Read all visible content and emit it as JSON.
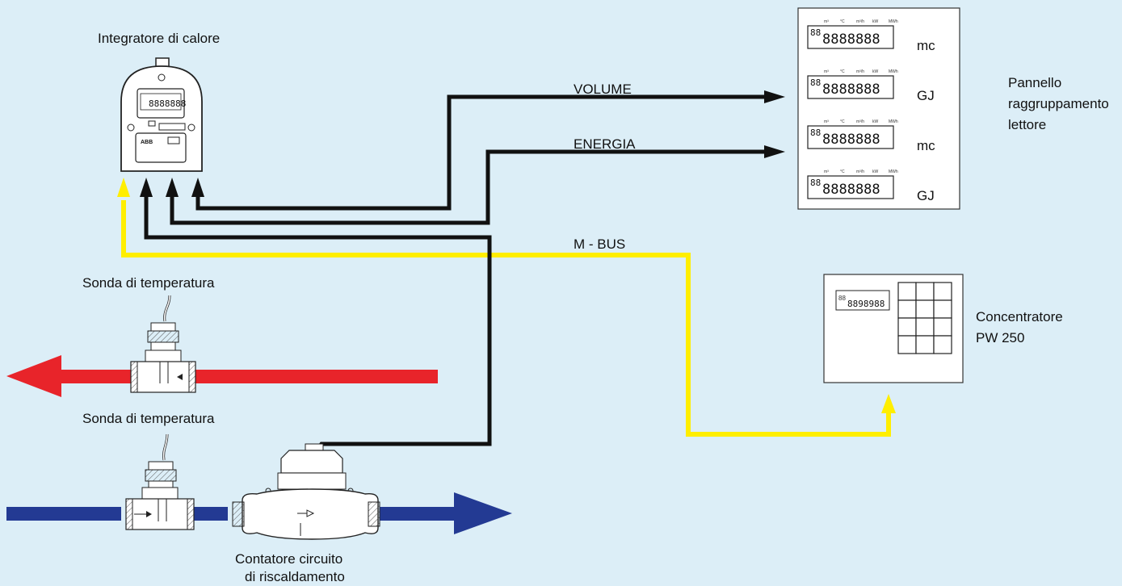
{
  "colors": {
    "background": "#dceef7",
    "supply_pipe": "#e8242a",
    "return_pipe": "#233a93",
    "mbus_wire": "#ffee00",
    "signal_wire": "#111111"
  },
  "labels": {
    "integrator": "Integratore di calore",
    "probe_top": "Sonda di temperatura",
    "probe_bottom": "Sonda di temperatura",
    "meter_line1": "Contatore circuito",
    "meter_line2": "di riscaldamento",
    "volume": "VOLUME",
    "energia": "ENERGIA",
    "mbus": "M - BUS",
    "panel_line1": "Pannello",
    "panel_line2": "raggruppamento",
    "panel_line3": "lettore",
    "conc_line1": "Concentratore",
    "conc_line2": "PW 250"
  },
  "integrator_device": {
    "brand": "ABB",
    "lcd_digits": "8888888"
  },
  "panel": {
    "header_units": [
      "m³",
      "°C",
      "m³/h",
      "kW",
      "MWh"
    ],
    "lcd_digits": "8888888",
    "rows": [
      {
        "unit": "mc"
      },
      {
        "unit": "GJ"
      },
      {
        "unit": "mc"
      },
      {
        "unit": "GJ"
      }
    ]
  },
  "concentrator": {
    "lcd_digits": "8898988",
    "keypad_rows": 4,
    "keypad_cols": 3
  }
}
